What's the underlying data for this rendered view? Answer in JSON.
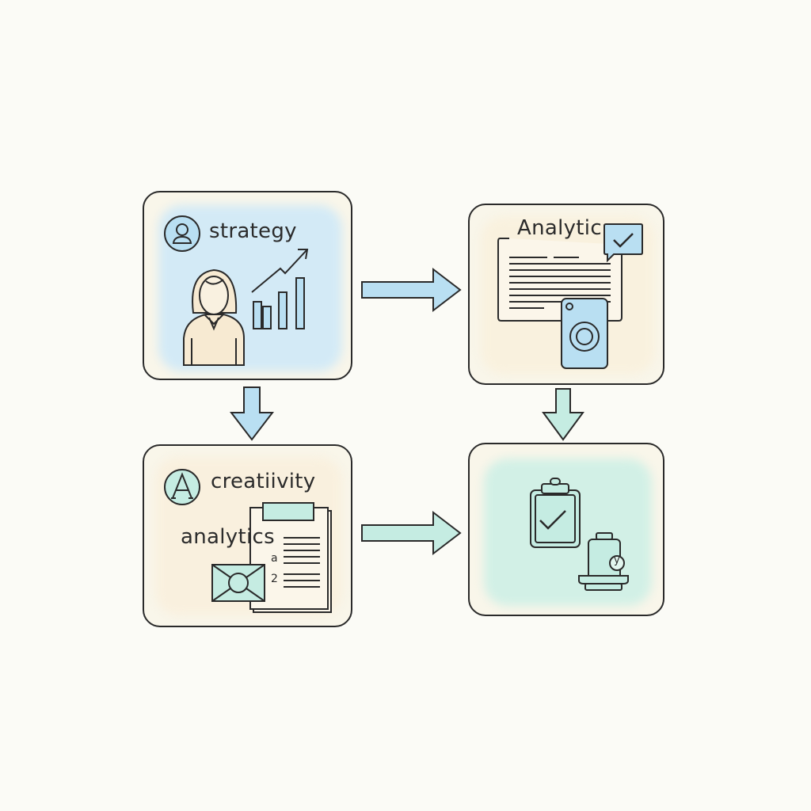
{
  "diagram": {
    "type": "flow",
    "colors": {
      "background": "#fbfbf6",
      "stroke": "#2a2a2a",
      "blue": "#b9dff2",
      "blue_wash": "#d3eaf6",
      "mint": "#c5ece2",
      "mint_wash": "#d2f0e6",
      "cream": "#f9f3e4"
    },
    "nodes": [
      {
        "id": "strategy",
        "label": "strategy",
        "icon": "user-circle-icon",
        "illustration": [
          "person-icon",
          "trend-arrow-icon",
          "bar-chart-icon"
        ]
      },
      {
        "id": "analytic",
        "label": "Analytic",
        "icon": "document-icon",
        "illustration": [
          "check-speech-bubble-icon",
          "camera-phone-icon"
        ]
      },
      {
        "id": "creativity",
        "label": "creatiivity",
        "sublabel": "analytics",
        "icon": "letter-a-circle-icon",
        "illustration": [
          "clipboard-list-icon",
          "envelope-icon"
        ],
        "list_markers": [
          "a",
          "2"
        ]
      },
      {
        "id": "results",
        "label": "",
        "icon": "clipboard-check-icon",
        "illustration": [
          "battery-stand-icon"
        ],
        "badge": "y"
      }
    ],
    "edges": [
      {
        "from": "strategy",
        "to": "analytic",
        "direction": "right",
        "color": "blue"
      },
      {
        "from": "strategy",
        "to": "creativity",
        "direction": "down",
        "color": "blue"
      },
      {
        "from": "analytic",
        "to": "results",
        "direction": "down",
        "color": "mint"
      },
      {
        "from": "creativity",
        "to": "results",
        "direction": "right",
        "color": "mint"
      }
    ]
  }
}
